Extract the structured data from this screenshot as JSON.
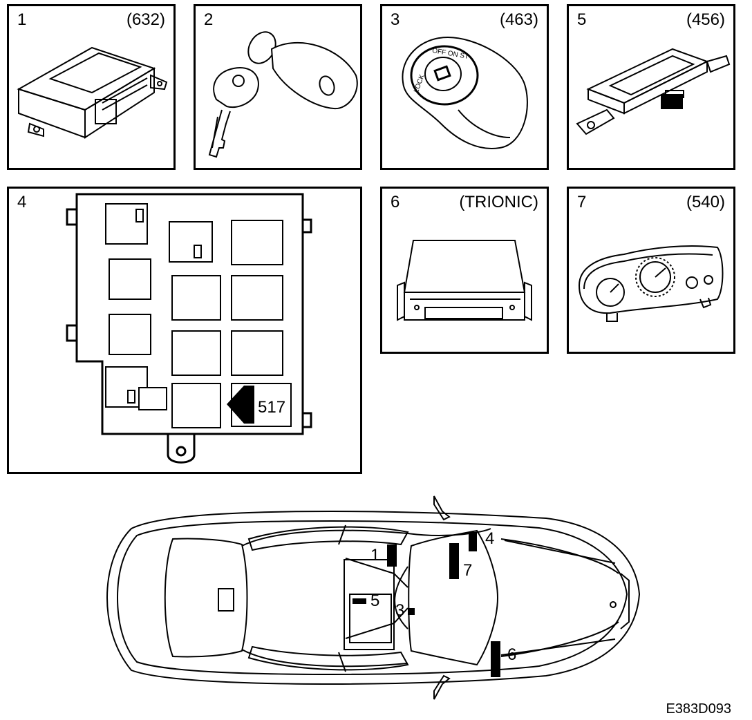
{
  "panels": {
    "p1": {
      "number": "1",
      "code": "(632)",
      "icon": "control-module"
    },
    "p2": {
      "number": "2",
      "code": "",
      "icon": "key-fob"
    },
    "p3": {
      "number": "3",
      "code": "(463)",
      "icon": "ignition-switch",
      "switch_text": "OFF ON ST",
      "lock_text": "LOCK"
    },
    "p5": {
      "number": "5",
      "code": "(456)",
      "icon": "antenna-module"
    },
    "p4": {
      "number": "4",
      "code": "",
      "icon": "relay-box",
      "callout": "517"
    },
    "p6": {
      "number": "6",
      "code": "(TRIONIC)",
      "icon": "engine-control-unit"
    },
    "p7": {
      "number": "7",
      "code": "(540)",
      "icon": "instrument-cluster"
    }
  },
  "car": {
    "icon": "car-top-view",
    "markers": [
      "1",
      "5",
      "3",
      "7",
      "4",
      "6"
    ]
  },
  "footer": {
    "figure_code": "E383D093"
  }
}
